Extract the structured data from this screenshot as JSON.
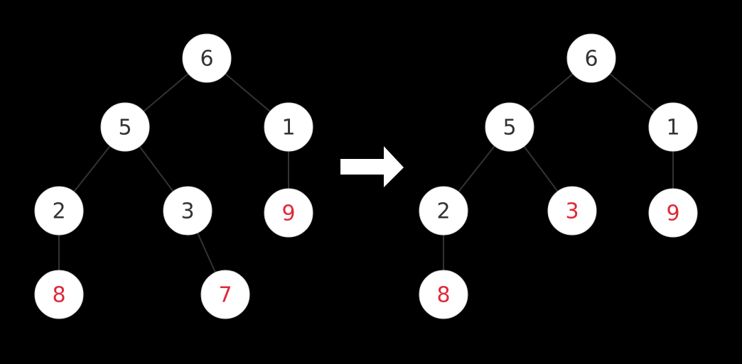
{
  "colors": {
    "background": "#000000",
    "node_fill": "#ffffff",
    "edge": "#333333",
    "label_default": "#333333",
    "label_highlight": "#e0283a"
  },
  "icons": {
    "transform_arrow": "arrow-right-icon"
  },
  "trees": [
    {
      "id": "before",
      "nodes": [
        {
          "id": "b6",
          "label": "6",
          "highlight": false
        },
        {
          "id": "b5",
          "label": "5",
          "highlight": false
        },
        {
          "id": "b1",
          "label": "1",
          "highlight": false
        },
        {
          "id": "b2",
          "label": "2",
          "highlight": false
        },
        {
          "id": "b3",
          "label": "3",
          "highlight": false
        },
        {
          "id": "b9",
          "label": "9",
          "highlight": true
        },
        {
          "id": "b8",
          "label": "8",
          "highlight": true
        },
        {
          "id": "b7",
          "label": "7",
          "highlight": true
        }
      ],
      "edges": [
        [
          "b6",
          "b5"
        ],
        [
          "b6",
          "b1"
        ],
        [
          "b5",
          "b2"
        ],
        [
          "b5",
          "b3"
        ],
        [
          "b1",
          "b9"
        ],
        [
          "b2",
          "b8"
        ],
        [
          "b3",
          "b7"
        ]
      ]
    },
    {
      "id": "after",
      "nodes": [
        {
          "id": "a6",
          "label": "6",
          "highlight": false
        },
        {
          "id": "a5",
          "label": "5",
          "highlight": false
        },
        {
          "id": "a1",
          "label": "1",
          "highlight": false
        },
        {
          "id": "a2",
          "label": "2",
          "highlight": false
        },
        {
          "id": "a3",
          "label": "3",
          "highlight": true
        },
        {
          "id": "a9",
          "label": "9",
          "highlight": true
        },
        {
          "id": "a8",
          "label": "8",
          "highlight": true
        }
      ],
      "edges": [
        [
          "a6",
          "a5"
        ],
        [
          "a6",
          "a1"
        ],
        [
          "a5",
          "a2"
        ],
        [
          "a5",
          "a3"
        ],
        [
          "a1",
          "a9"
        ],
        [
          "a2",
          "a8"
        ]
      ]
    }
  ]
}
